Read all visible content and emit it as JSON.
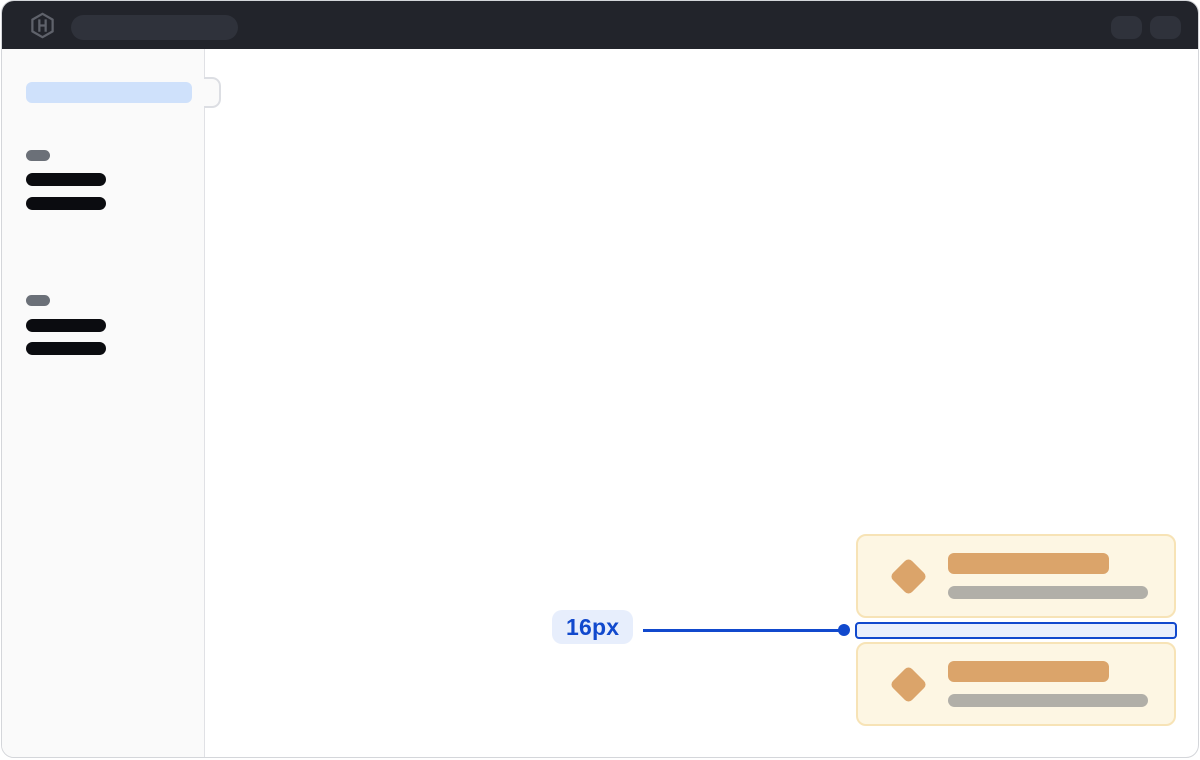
{
  "annotation": {
    "label": "16px",
    "target": "vertical-gap-between-cards"
  },
  "topbar": {
    "logo_icon": "hashicorp-logo-icon",
    "search_skeleton": "search-bar-placeholder",
    "buttons": [
      {
        "name": "topbar-action-placeholder-1"
      },
      {
        "name": "topbar-action-placeholder-2"
      }
    ]
  },
  "sidebar": {
    "selected_item_skeleton": "selected-nav-item-placeholder",
    "toggle": "sidebar-collapse-handle",
    "sections": [
      {
        "label_skeleton": "section-label-placeholder",
        "items": [
          "nav-item-placeholder",
          "nav-item-placeholder"
        ]
      },
      {
        "label_skeleton": "section-label-placeholder",
        "items": [
          "nav-item-placeholder",
          "nav-item-placeholder"
        ]
      }
    ]
  },
  "main": {
    "cards": [
      {
        "icon": "diamond-icon",
        "title_skeleton": "card-title-placeholder",
        "subtitle_skeleton": "card-subtitle-placeholder"
      },
      {
        "icon": "diamond-icon",
        "title_skeleton": "card-title-placeholder",
        "subtitle_skeleton": "card-subtitle-placeholder"
      }
    ]
  },
  "colors": {
    "window-border": "#d4d6da",
    "main-bg": "#ffffff",
    "topbar-bg": "#22242b",
    "topbar-skeleton": "#2f323b",
    "logo-gray": "#5f626b",
    "sidebar-bg": "#fafafa",
    "sidebar-border": "#e0e1e5",
    "toggle-border": "#dcdee3",
    "selected-blue": "#cfe1fb",
    "section-gray": "#6b7078",
    "item-black": "#0b0c10",
    "card-bg": "#fdf6e3",
    "card-border": "#f7e3b6",
    "orange": "#dba46a",
    "sub-gray": "#b1afa8",
    "accent-blue": "#1149cd",
    "gap-fill": "#e9effc",
    "label-bg": "#e7eefc"
  }
}
